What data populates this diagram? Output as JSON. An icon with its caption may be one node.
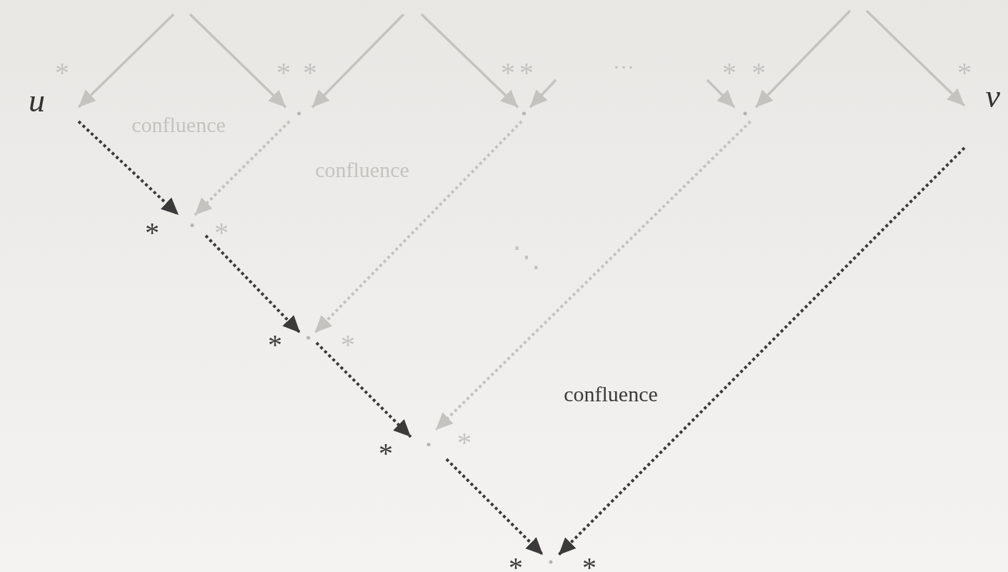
{
  "diagram": {
    "nodes": [
      {
        "text": [
          "u"
        ]
      },
      {
        "text": [],
        "shape": "point"
      },
      {
        "text": [],
        "shape": "point"
      },
      {
        "text": [],
        "shape": "point"
      },
      {
        "text": [
          "v"
        ]
      },
      {
        "text": [],
        "shape": "point"
      },
      {
        "text": [],
        "shape": "point"
      },
      {
        "text": [],
        "shape": "point"
      },
      {
        "text": [],
        "shape": "point"
      }
    ],
    "edges": [
      {
        "from": null,
        "to": 0,
        "arrow": "to",
        "label": "*"
      },
      {
        "from": null,
        "to": 1,
        "arrow": "to",
        "label": "*"
      },
      {
        "from": null,
        "to": 1,
        "arrow": "to",
        "label": "*"
      },
      {
        "from": null,
        "to": 2,
        "arrow": "to",
        "label": "*"
      },
      {
        "from": null,
        "to": 2,
        "arrow": "to",
        "label": "*"
      },
      {
        "from": null,
        "to": 3,
        "arrow": "to",
        "label": "*"
      },
      {
        "from": null,
        "to": 3,
        "arrow": "to",
        "label": "*"
      },
      {
        "from": null,
        "to": 4,
        "arrow": "to",
        "label": "*"
      },
      {
        "from": 0,
        "to": 5,
        "arrow": "to",
        "label": "*",
        "style": "dashed",
        "color": "#3a3a3a"
      },
      {
        "from": 1,
        "to": 5,
        "arrow": "to",
        "label": "*",
        "style": "dashed"
      },
      {
        "from": 5,
        "to": 6,
        "arrow": "to",
        "label": "*",
        "style": "dashed",
        "color": "#3a3a3a"
      },
      {
        "from": 2,
        "to": 6,
        "arrow": "to",
        "label": "*",
        "style": "dashed"
      },
      {
        "from": 6,
        "to": 7,
        "arrow": "to",
        "label": "*",
        "style": "dashed",
        "color": "#3a3a3a"
      },
      {
        "from": 3,
        "to": 7,
        "arrow": "to",
        "label": "*",
        "style": "dashed"
      },
      {
        "from": 7,
        "to": 8,
        "arrow": "to",
        "label": "*",
        "style": "dashed",
        "color": "#3a3a3a"
      },
      {
        "from": 4,
        "to": 8,
        "arrow": "to",
        "label": "*",
        "style": "dashed",
        "color": "#3a3a3a"
      }
    ],
    "labels": [
      "…",
      "confluence",
      "confluence",
      "⋱",
      "confluence"
    ]
  }
}
